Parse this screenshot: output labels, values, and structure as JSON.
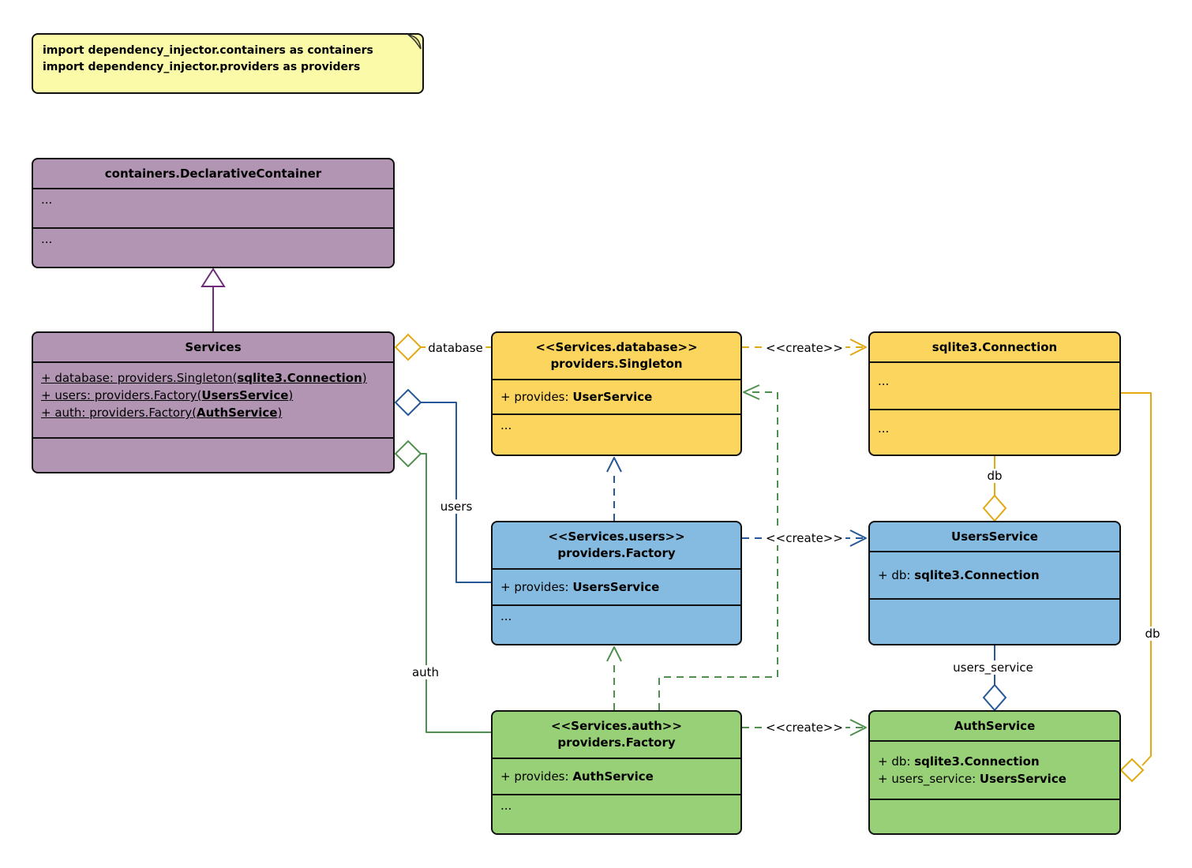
{
  "note": {
    "lines": [
      "import dependency_injector.containers as containers",
      "import dependency_injector.providers as providers"
    ]
  },
  "classes": {
    "declarative_container": {
      "title": "containers.DeclarativeContainer",
      "compartment1": "...",
      "compartment2": "..."
    },
    "services": {
      "title": "Services",
      "attributes": [
        {
          "pre": "+ database: providers.Singleton(",
          "bold": "sqlite3.Connection",
          "post": ")"
        },
        {
          "pre": "+ users: providers.Factory(",
          "bold": "UsersService",
          "post": ")"
        },
        {
          "pre": "+ auth: providers.Factory(",
          "bold": "AuthService",
          "post": ")"
        }
      ]
    },
    "database_singleton": {
      "stereotype": "<<Services.database>>",
      "name": "providers.Singleton",
      "attribute": {
        "pre": "+ provides: ",
        "bold": "UserService",
        "post": ""
      },
      "compartment2": "..."
    },
    "sqlite_connection": {
      "title": "sqlite3.Connection",
      "compartment1": "...",
      "compartment2": "..."
    },
    "users_factory": {
      "stereotype": "<<Services.users>>",
      "name": "providers.Factory",
      "attribute": {
        "pre": "+ provides: ",
        "bold": "UsersService",
        "post": ""
      },
      "compartment2": "..."
    },
    "users_service": {
      "title": "UsersService",
      "attribute": {
        "pre": "+ db: ",
        "bold": "sqlite3.Connection",
        "post": ""
      }
    },
    "auth_factory": {
      "stereotype": "<<Services.auth>>",
      "name": "providers.Factory",
      "attribute": {
        "pre": "+ provides: ",
        "bold": "AuthService",
        "post": ""
      },
      "compartment2": "..."
    },
    "auth_service": {
      "title": "AuthService",
      "attributes": [
        {
          "pre": "+ db: ",
          "bold": "sqlite3.Connection",
          "post": ""
        },
        {
          "pre": "+ users_service: ",
          "bold": "UsersService",
          "post": ""
        }
      ]
    }
  },
  "edge_labels": {
    "database": "database",
    "users": "users",
    "auth": "auth",
    "db_vertical": "db",
    "users_service": "users_service",
    "db_right": "db",
    "create": "<<create>>"
  },
  "colors": {
    "purple_fill": "#b295b3",
    "yellow_fill": "#fcd55f",
    "blue_fill": "#85bbe0",
    "green_fill": "#97d077",
    "note_fill": "#fafaa8",
    "yellow_edge": "#e2a913",
    "blue_edge": "#255896",
    "green_edge": "#50904f",
    "purple_edge": "#6e2c78"
  }
}
